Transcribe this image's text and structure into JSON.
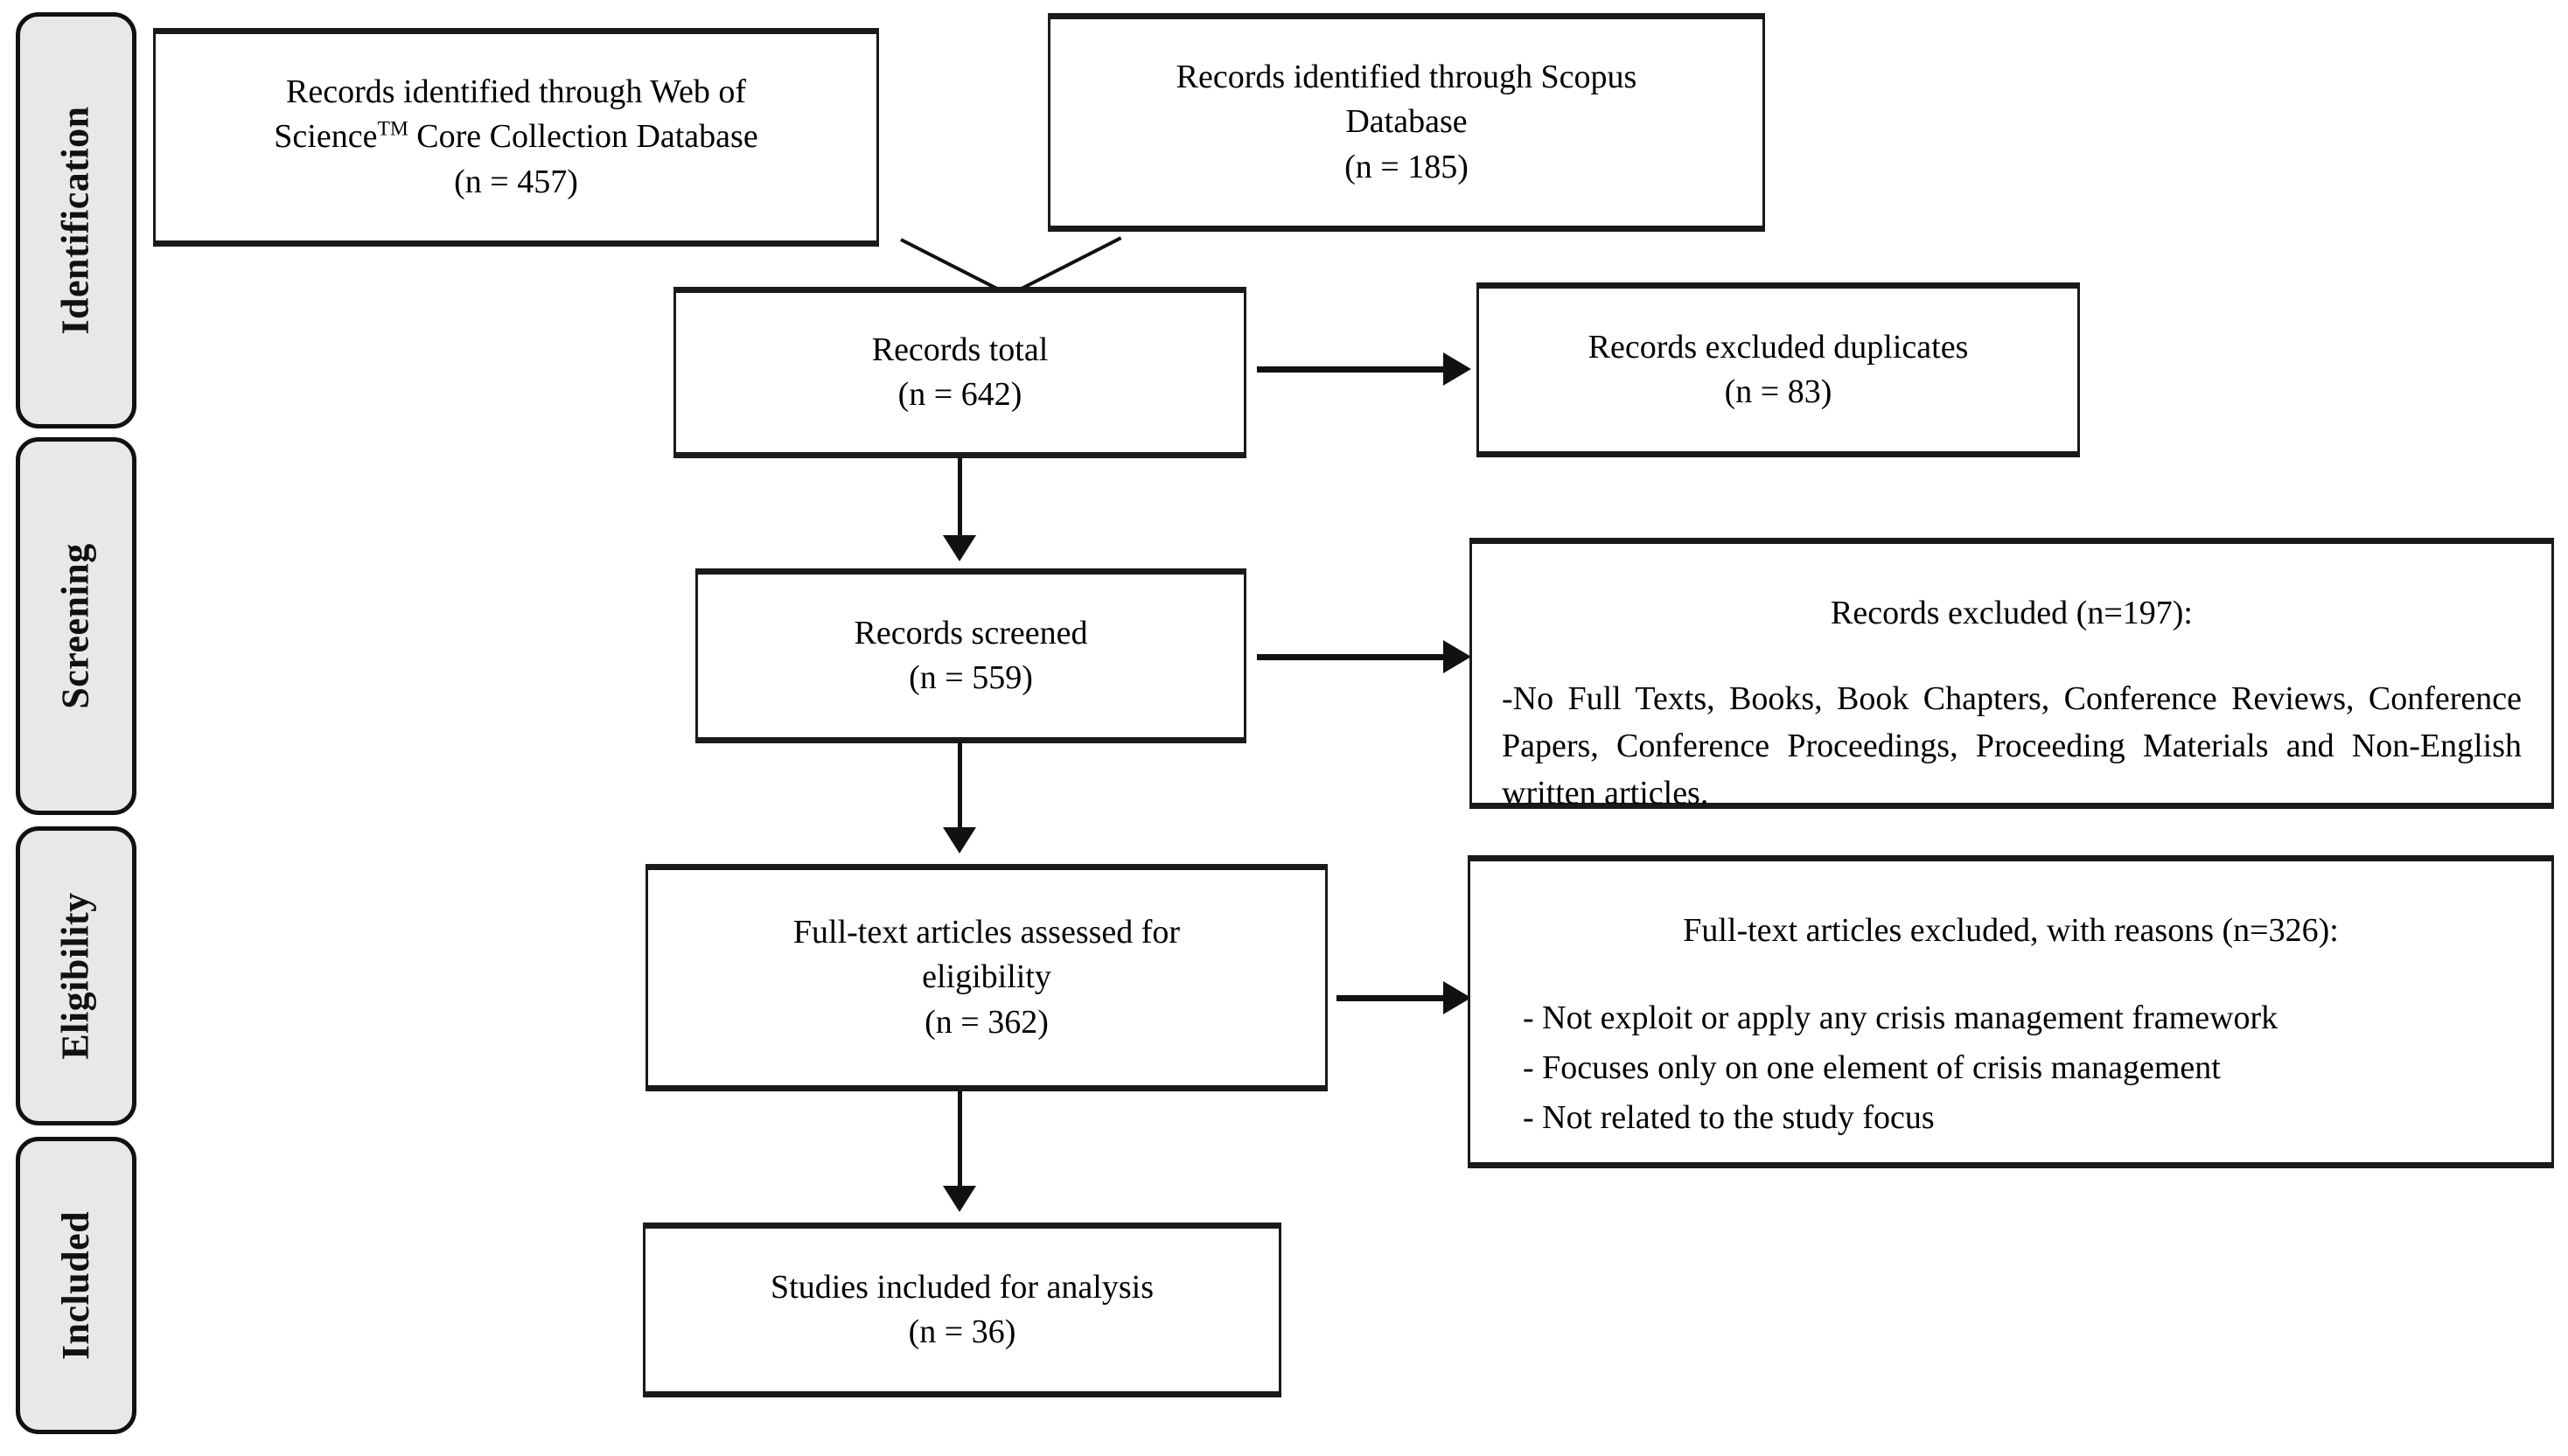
{
  "figure": {
    "type": "prisma-flow-diagram",
    "title": "PRISMA flow diagram of the study selection process"
  },
  "stages": [
    {
      "id": "identification",
      "label": "Identification"
    },
    {
      "id": "screening",
      "label": "Screening"
    },
    {
      "id": "eligibility",
      "label": "Eligibility"
    },
    {
      "id": "included",
      "label": "Included"
    }
  ],
  "boxes": {
    "wos": {
      "line1": "Records identified through Web of",
      "line2_pre": "Science",
      "line2_tm": "TM",
      "line2_post": " Core Collection Database",
      "count": "(n = 457)"
    },
    "scopus": {
      "line1": "Records identified through Scopus",
      "line2": "Database",
      "count": "(n = 185)"
    },
    "records_total": {
      "line1": "Records total",
      "count": "(n = 642)"
    },
    "duplicates_excluded": {
      "line1": "Records excluded duplicates",
      "count": "(n = 83)"
    },
    "records_screened": {
      "line1": "Records screened",
      "count": "(n = 559)"
    },
    "records_excluded": {
      "heading": "Records excluded (n=197):",
      "body": "-No Full Texts, Books, Book Chapters, Conference Reviews, Conference Papers, Conference Proceedings, Proceeding Materials and Non-English written articles."
    },
    "fulltext_assessed": {
      "line1": "Full-text articles assessed for",
      "line2": "eligibility",
      "count": "(n = 362)"
    },
    "fulltext_excluded": {
      "heading": "Full-text articles excluded, with reasons (n=326):",
      "reasons": [
        "- Not exploit or apply any crisis management framework",
        "- Focuses only on one element of crisis management",
        "- Not related to the study focus"
      ]
    },
    "studies_included": {
      "line1": "Studies included for analysis",
      "count": "(n = 36)"
    }
  },
  "colors": {
    "stage_fill": "#e8e8e8",
    "line": "#111111",
    "box_fill": "#ffffff",
    "text": "#000000"
  }
}
